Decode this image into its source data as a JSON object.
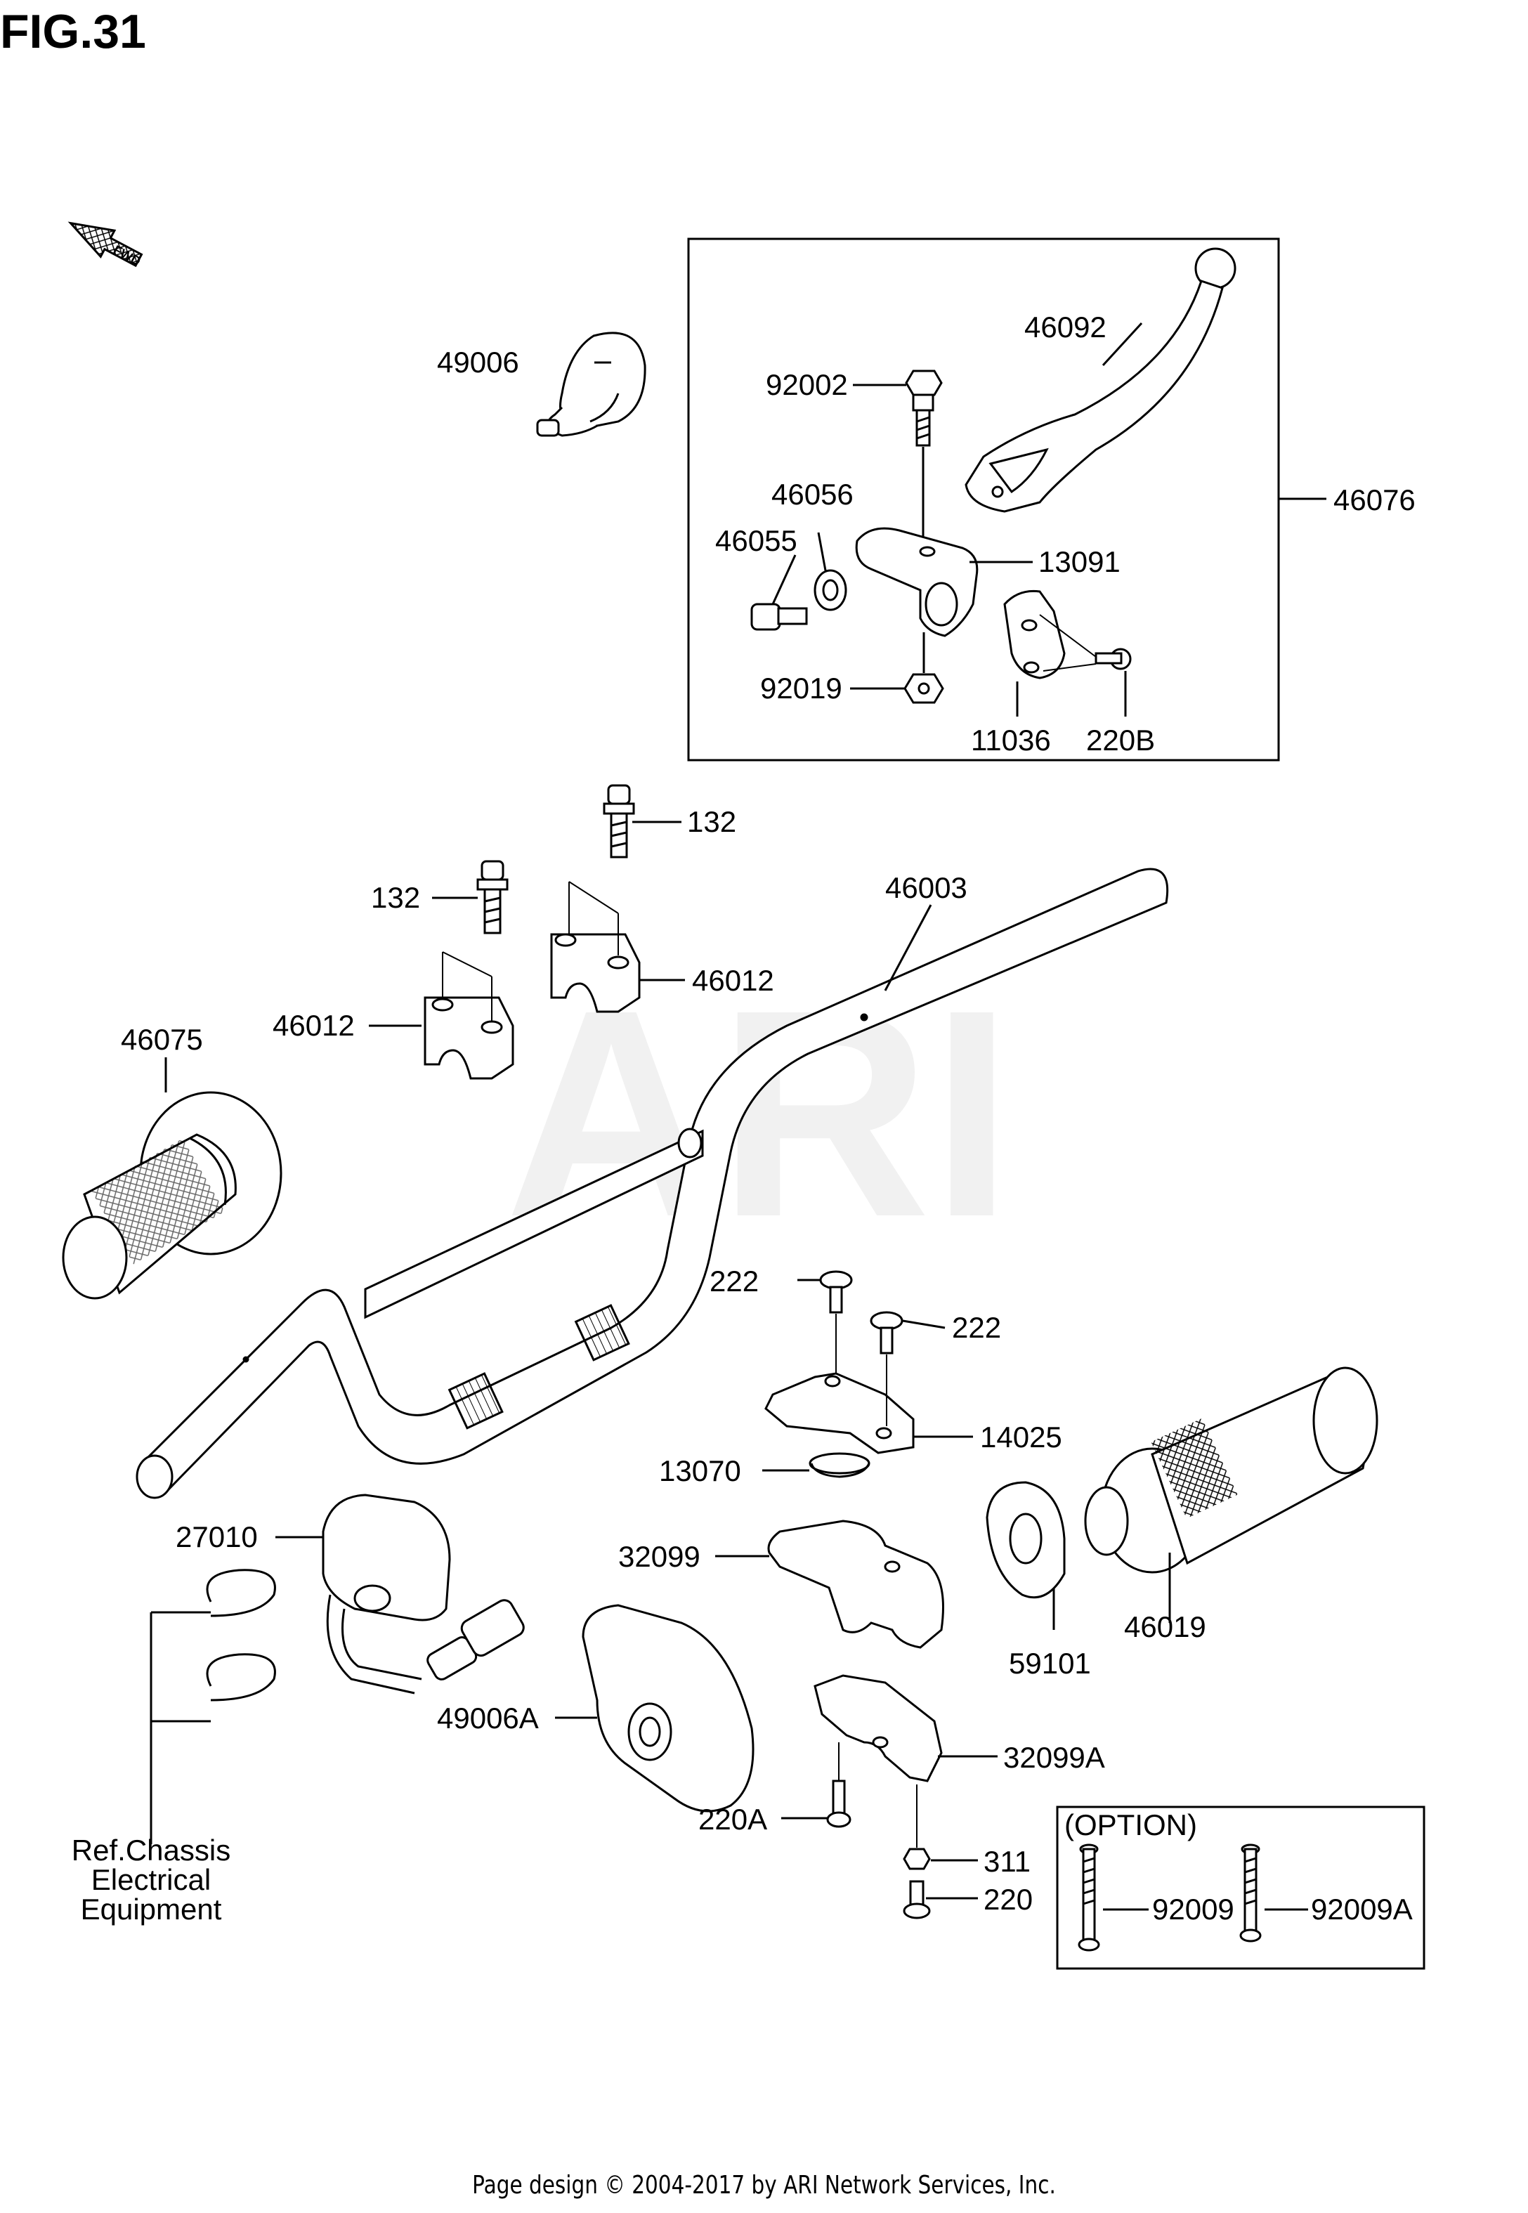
{
  "figure": {
    "title": "FIG.31",
    "watermark": "ARI",
    "footer": "Page design © 2004-2017 by ARI Network Services, Inc.",
    "fwd_label": "FWD"
  },
  "callouts": {
    "c49006": "49006",
    "c46092": "46092",
    "c92002": "92002",
    "c46076": "46076",
    "c46056": "46056",
    "c46055": "46055",
    "c13091": "13091",
    "c92019": "92019",
    "c11036": "11036",
    "c220B": "220B",
    "c132a": "132",
    "c132b": "132",
    "c46003": "46003",
    "c46012a": "46012",
    "c46012b": "46012",
    "c46075": "46075",
    "c222a": "222",
    "c222b": "222",
    "c14025": "14025",
    "c13070": "13070",
    "c27010": "27010",
    "c32099": "32099",
    "c59101": "59101",
    "c46019": "46019",
    "c49006A": "49006A",
    "c32099A": "32099A",
    "c220A": "220A",
    "c311": "311",
    "c220": "220",
    "option": "(OPTION)",
    "c92009": "92009",
    "c92009A": "92009A"
  },
  "reference_note": {
    "line1": "Ref.Chassis",
    "line2": "Electrical",
    "line3": "Equipment"
  },
  "colors": {
    "line": "#000000",
    "watermark": "#f1f1f1",
    "fill": "#ffffff"
  }
}
